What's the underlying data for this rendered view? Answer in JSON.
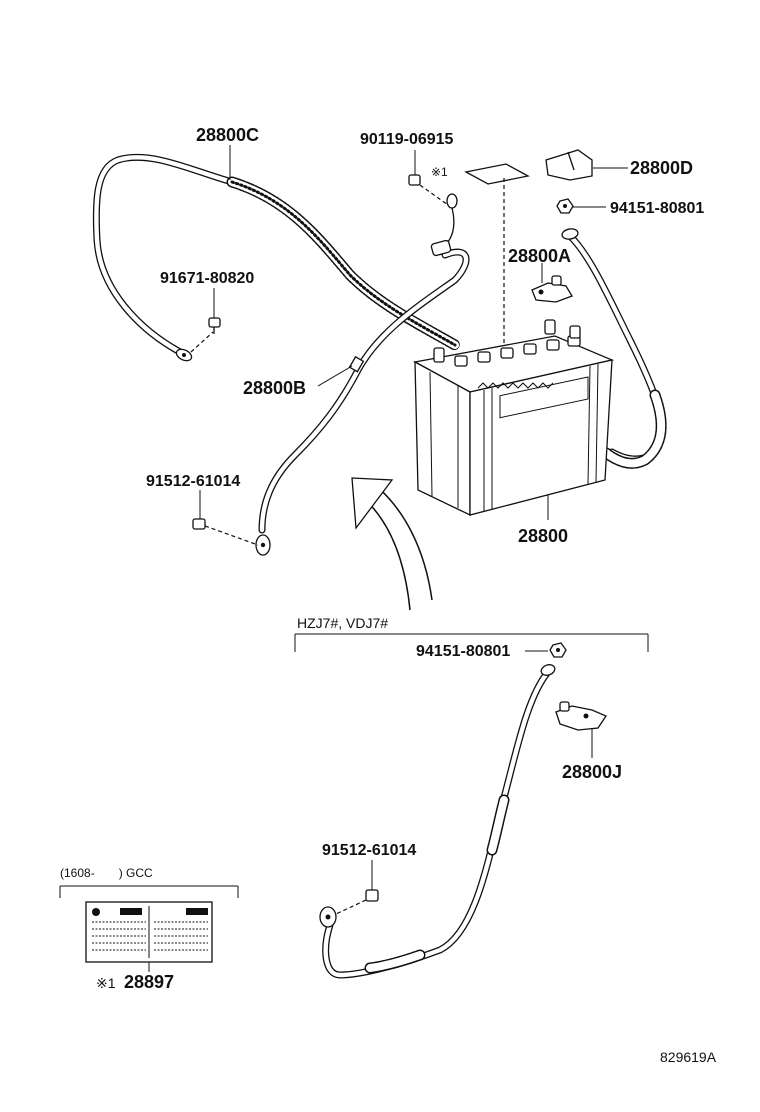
{
  "parts": {
    "cable_c": "28800C",
    "screw_top": "90119-06915",
    "label_mark": "※1",
    "cover": "28800D",
    "nut_top": "94151-80801",
    "terminal_a": "28800A",
    "bolt_left": "91671-80820",
    "cable_b": "28800B",
    "bolt_lower": "91512-61014",
    "battery": "28800",
    "variant_label": "HZJ7#, VDJ7#",
    "nut_variant": "94151-80801",
    "terminal_j": "28800J",
    "bolt_variant": "91512-61014",
    "note_range": "(1608-　　) GCC",
    "caution_label_mark": "※1",
    "caution_label": "28897",
    "diagram_code": "829619A"
  }
}
